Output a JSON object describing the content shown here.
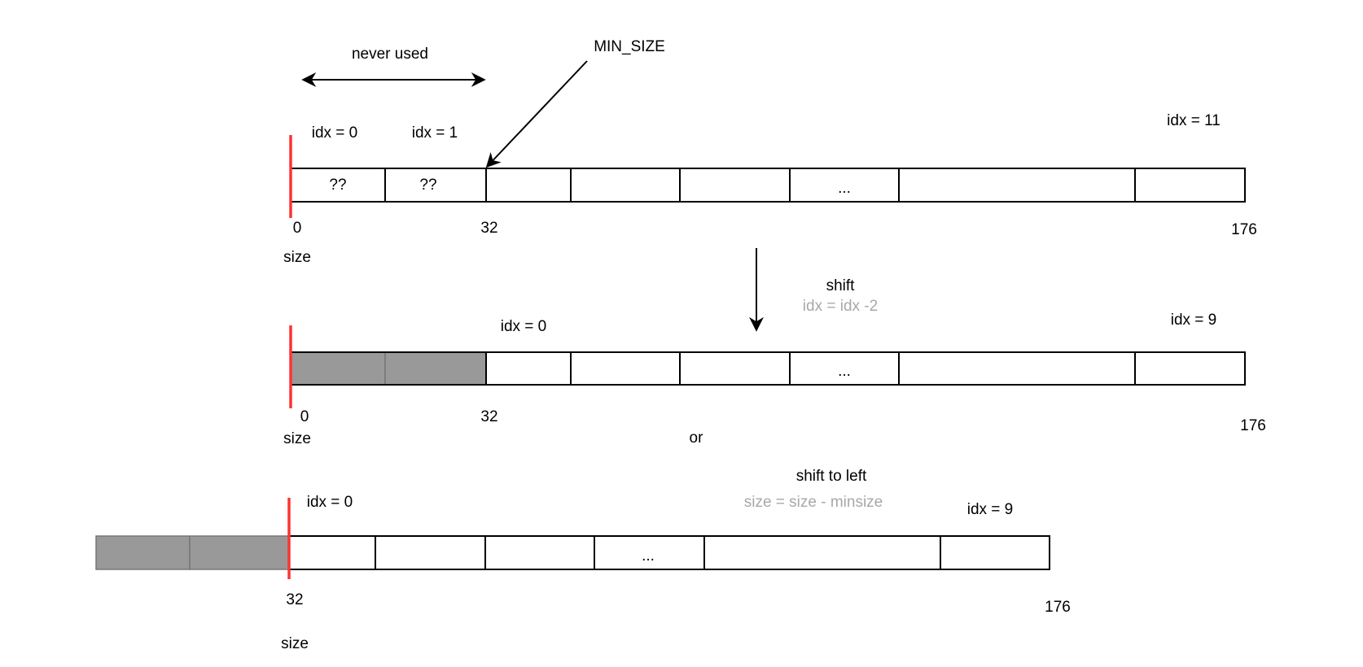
{
  "row1": {
    "never_used": "never used",
    "min_size": "MIN_SIZE",
    "idx0": "idx = 0",
    "idx1": "idx = 1",
    "idx11": "idx = 11",
    "cell0": "??",
    "cell1": "??",
    "ellipsis": "...",
    "tick0": "0",
    "tick32": "32",
    "tick176": "176",
    "size": "size"
  },
  "transition": {
    "shift": "shift",
    "formula": "idx = idx -2"
  },
  "row2": {
    "idx0": "idx = 0",
    "idx9": "idx = 9",
    "ellipsis": "...",
    "tick0": "0",
    "tick32": "32",
    "tick176": "176",
    "size": "size",
    "or": "or"
  },
  "row3": {
    "shift_left": "shift to left",
    "formula": "size = size - minsize",
    "idx0": "idx = 0",
    "idx9": "idx = 9",
    "ellipsis": "...",
    "tick32": "32",
    "tick176": "176",
    "size": "size"
  },
  "colors": {
    "marker": "#ff3333",
    "unused_fill": "#999999",
    "note_text": "#a8a8a8"
  }
}
